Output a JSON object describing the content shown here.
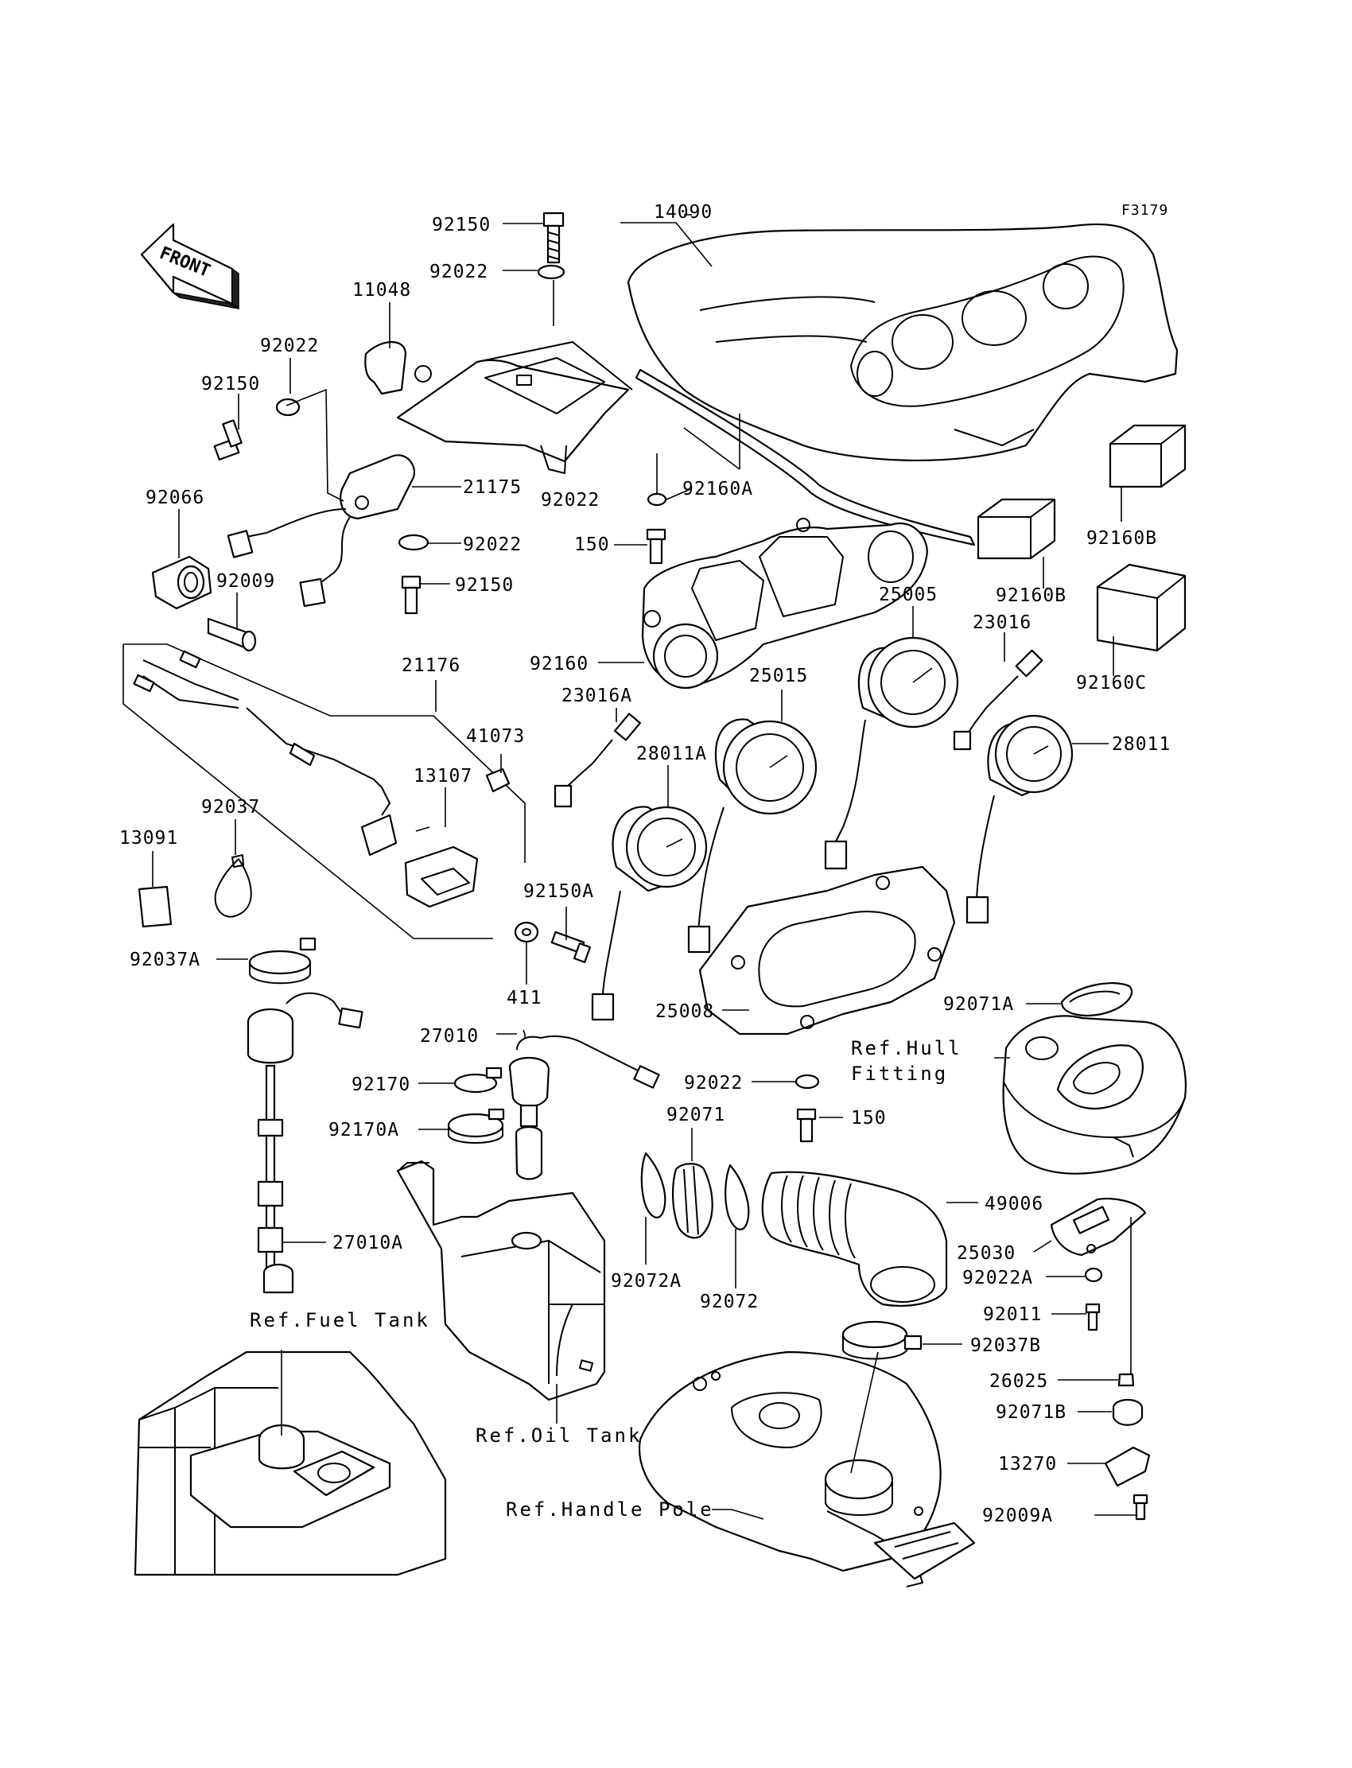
{
  "figure_code": "F3179",
  "front_indicator": "FRONT",
  "part_labels": {
    "p14090": "14090",
    "p92150_top": "92150",
    "p92022_top": "92022",
    "p11048": "11048",
    "p92022_left": "92022",
    "p92150_left": "92150",
    "p21175": "21175",
    "p92022_mid": "92022",
    "p92150_mid": "92150",
    "p92066": "92066",
    "p92009": "92009",
    "p92022_cover": "92022",
    "p92160A": "92160A",
    "p150_top": "150",
    "p92160B_top": "92160B",
    "p92160B_mid": "92160B",
    "p92160C": "92160C",
    "p25005": "25005",
    "p23016": "23016",
    "p92160": "92160",
    "p25015": "25015",
    "p23016A": "23016A",
    "p28011A": "28011A",
    "p28011": "28011",
    "p21176": "21176",
    "p41073": "41073",
    "p13107": "13107",
    "p92037": "92037",
    "p13091": "13091",
    "p92150A": "92150A",
    "p92037A": "92037A",
    "p411": "411",
    "p25008": "25008",
    "p92071A": "92071A",
    "p27010": "27010",
    "p92170": "92170",
    "p92170A": "92170A",
    "p92022_low": "92022",
    "p150_low": "150",
    "p92071": "92071",
    "p27010A": "27010A",
    "p49006": "49006",
    "p25030": "25030",
    "p92022A": "92022A",
    "p92072A": "92072A",
    "p92072": "92072",
    "p92011": "92011",
    "p92037B": "92037B",
    "p26025": "26025",
    "p92071B": "92071B",
    "p13270": "13270",
    "p92009A": "92009A"
  },
  "references": {
    "hull_fitting_line1": "Ref.Hull",
    "hull_fitting_line2": "Fitting",
    "fuel_tank": "Ref.Fuel Tank",
    "oil_tank": "Ref.Oil Tank",
    "handle_pole": "Ref.Handle Pole"
  }
}
